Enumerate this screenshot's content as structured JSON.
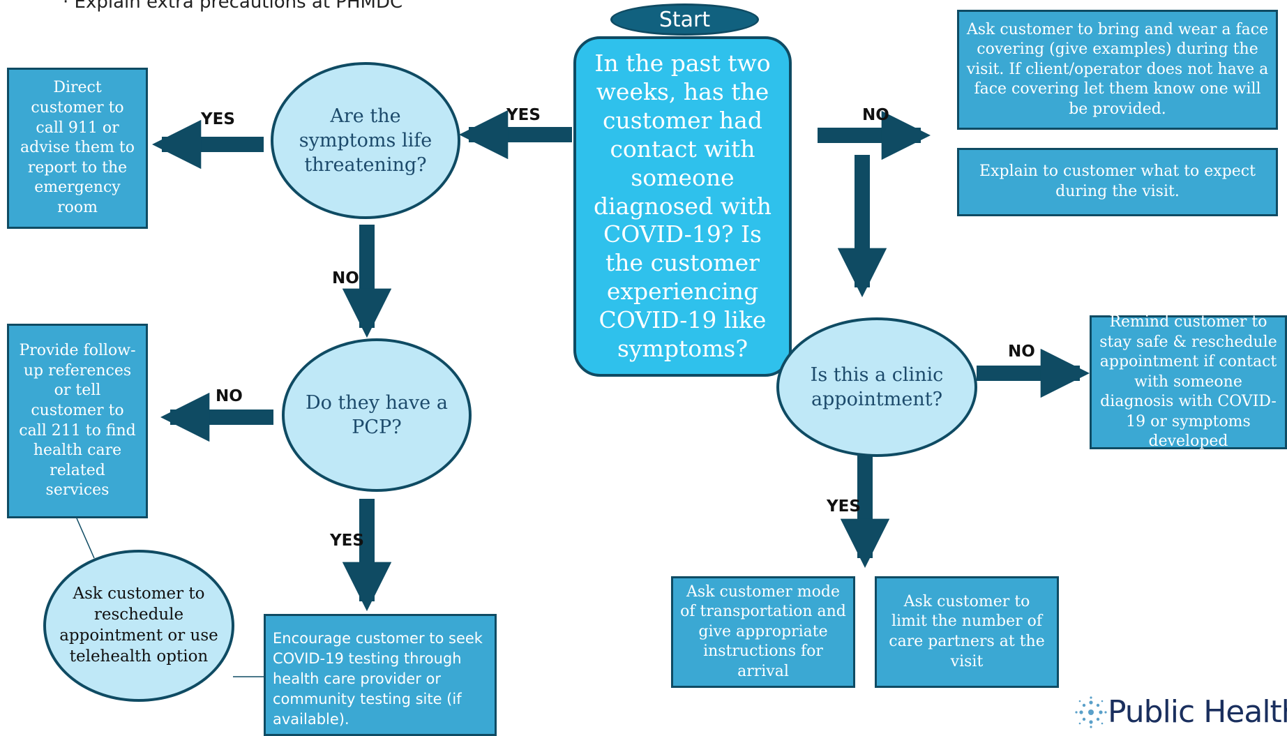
{
  "header_note": "· Explain extra precautions at PHMDC",
  "start": "Start",
  "question": "In the past two weeks, has the customer had contact with someone diagnosed with COVID-19? Is the customer experiencing COVID-19 like symptoms?",
  "decisions": {
    "life_threatening": "Are the symptoms life threatening?",
    "pcp": "Do they have a PCP?",
    "clinic": "Is this a clinic appointment?"
  },
  "boxes": {
    "call_911": "Direct customer to call 911 or advise them to report to the emergency room",
    "follow_up": "Provide follow-up references or tell customer to call 211 to find health care related services",
    "seek_testing": "Encourage customer to seek COVID-19 testing through health care provider or community testing site (if available).",
    "face_covering": "Ask customer to bring and wear a face covering (give examples) during the visit. If client/operator does not have a face covering let them know one will be provided.",
    "expect": "Explain to customer what to expect during the visit.",
    "remind_reschedule": "Remind customer to stay safe & reschedule appointment if contact with someone diagnosis with COVID-19 or symptoms developed",
    "transportation": "Ask customer mode of transportation and give appropriate instructions for arrival",
    "care_partners": "Ask customer to limit the number of care partners at the visit"
  },
  "reschedule_oval": "Ask customer to reschedule appointment or use telehealth option",
  "edge_labels": {
    "yes_main": "YES",
    "no_main": "NO",
    "yes_911": "YES",
    "no_pcp_down": "NO",
    "no_follow": "NO",
    "yes_testing": "YES",
    "no_remind": "NO",
    "yes_clinic": "YES"
  },
  "logo": "Public Health",
  "colors": {
    "box_fill": "#3ba8d3",
    "box_border": "#0f4b63",
    "oval_fill": "#bfe8f7",
    "question_fill": "#2fc1ec",
    "arrow": "#0f4b63",
    "start_fill": "#11617f"
  }
}
